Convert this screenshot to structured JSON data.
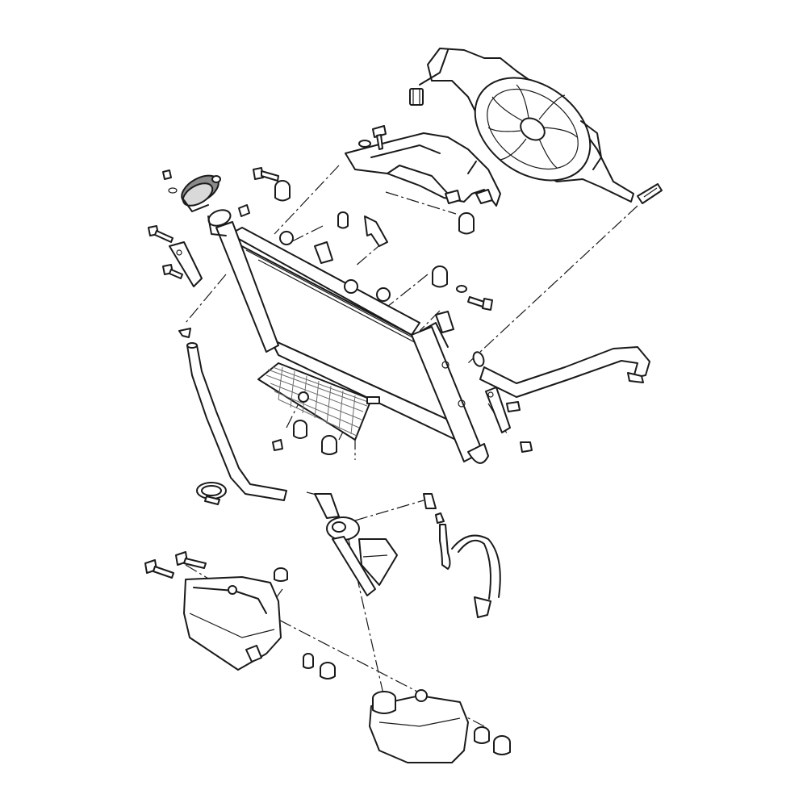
{
  "diagram": {
    "colors": {
      "line": "#1a1a1a",
      "shade": "#d9d9d9",
      "cap": "#8a8a8a",
      "background": "#ffffff"
    },
    "parts": [
      "radiator-core",
      "cooling-fan",
      "fan-shroud",
      "radiator-cap",
      "radiator-side-tank-right",
      "radiator-side-tank-left",
      "protective-grille",
      "upper-coolant-hose",
      "lower-coolant-hose",
      "overflow-hose",
      "reservoir-tank-upper",
      "reservoir-tank-lower",
      "bolts",
      "rubber-grommets",
      "collars",
      "hose-clamps",
      "mounting-brackets"
    ]
  }
}
